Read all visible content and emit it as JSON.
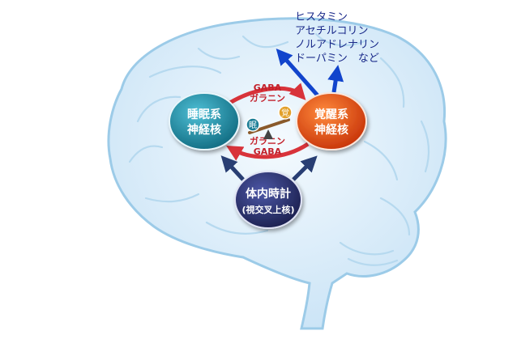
{
  "neurotransmitters": {
    "line1": "ヒスタミン",
    "line2": "アセチルコリン",
    "line3": "ノルアドレナリン",
    "line4": "ドーパミン　など"
  },
  "sleep_node": {
    "line1": "睡眠系",
    "line2": "神経核"
  },
  "wake_node": {
    "line1": "覚醒系",
    "line2": "神経核"
  },
  "clock_node": {
    "line1": "体内時計",
    "line2": "(視交叉上核)"
  },
  "top_arrow": {
    "line1": "GABA",
    "line2": "ガラニン"
  },
  "bottom_arrow": {
    "line1": "ガラニン",
    "line2": "GABA"
  },
  "seesaw": {
    "left_label": "眠",
    "right_label": "覚"
  },
  "colors": {
    "brain_fill": "#dceefa",
    "brain_outline": "#9ccbe8",
    "sleep_node": "#1b7e96",
    "wake_node": "#e24a0f",
    "clock_node": "#2a2f66",
    "arrow_red": "#d8333a",
    "arrow_navy": "#283e73",
    "arrow_blue": "#1144cc",
    "text_navy": "#1a2a8a"
  }
}
